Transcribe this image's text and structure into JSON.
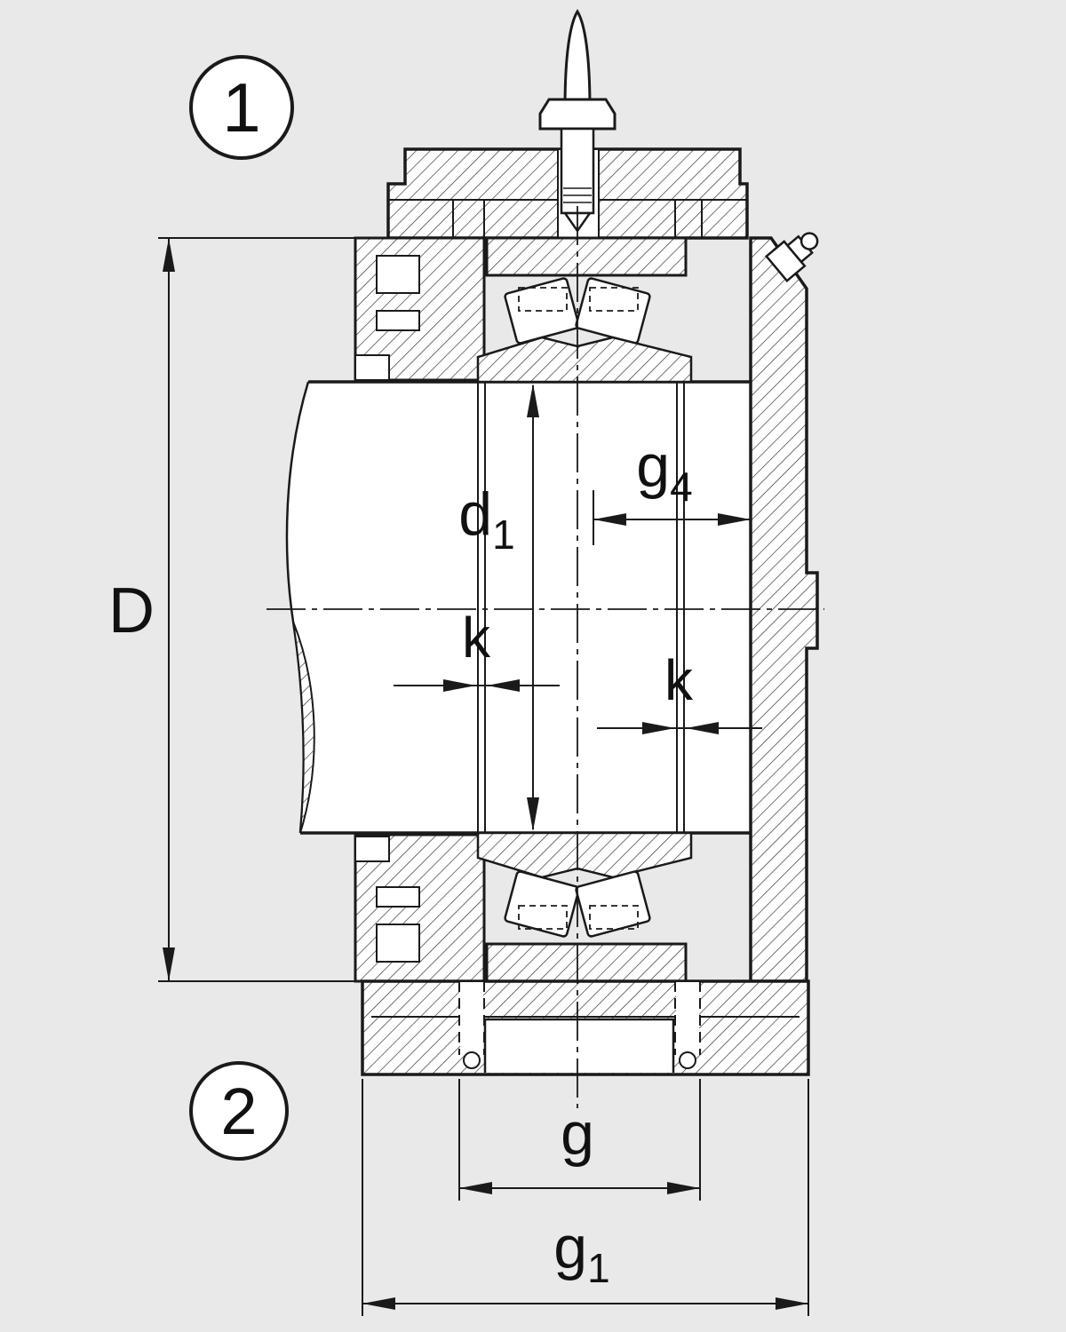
{
  "colors": {
    "background": "#e9e9e9",
    "line": "#1a1a1a",
    "fill": "#ffffff"
  },
  "callouts": [
    {
      "label": "1"
    },
    {
      "label": "2"
    }
  ],
  "dimensions": {
    "D": {
      "label": "D"
    },
    "d1": {
      "base": "d",
      "sub": "1"
    },
    "g4": {
      "base": "g",
      "sub": "4"
    },
    "k_left": {
      "label": "k"
    },
    "k_right": {
      "label": "k"
    },
    "g": {
      "label": "g"
    },
    "g1": {
      "base": "g",
      "sub": "1"
    }
  }
}
